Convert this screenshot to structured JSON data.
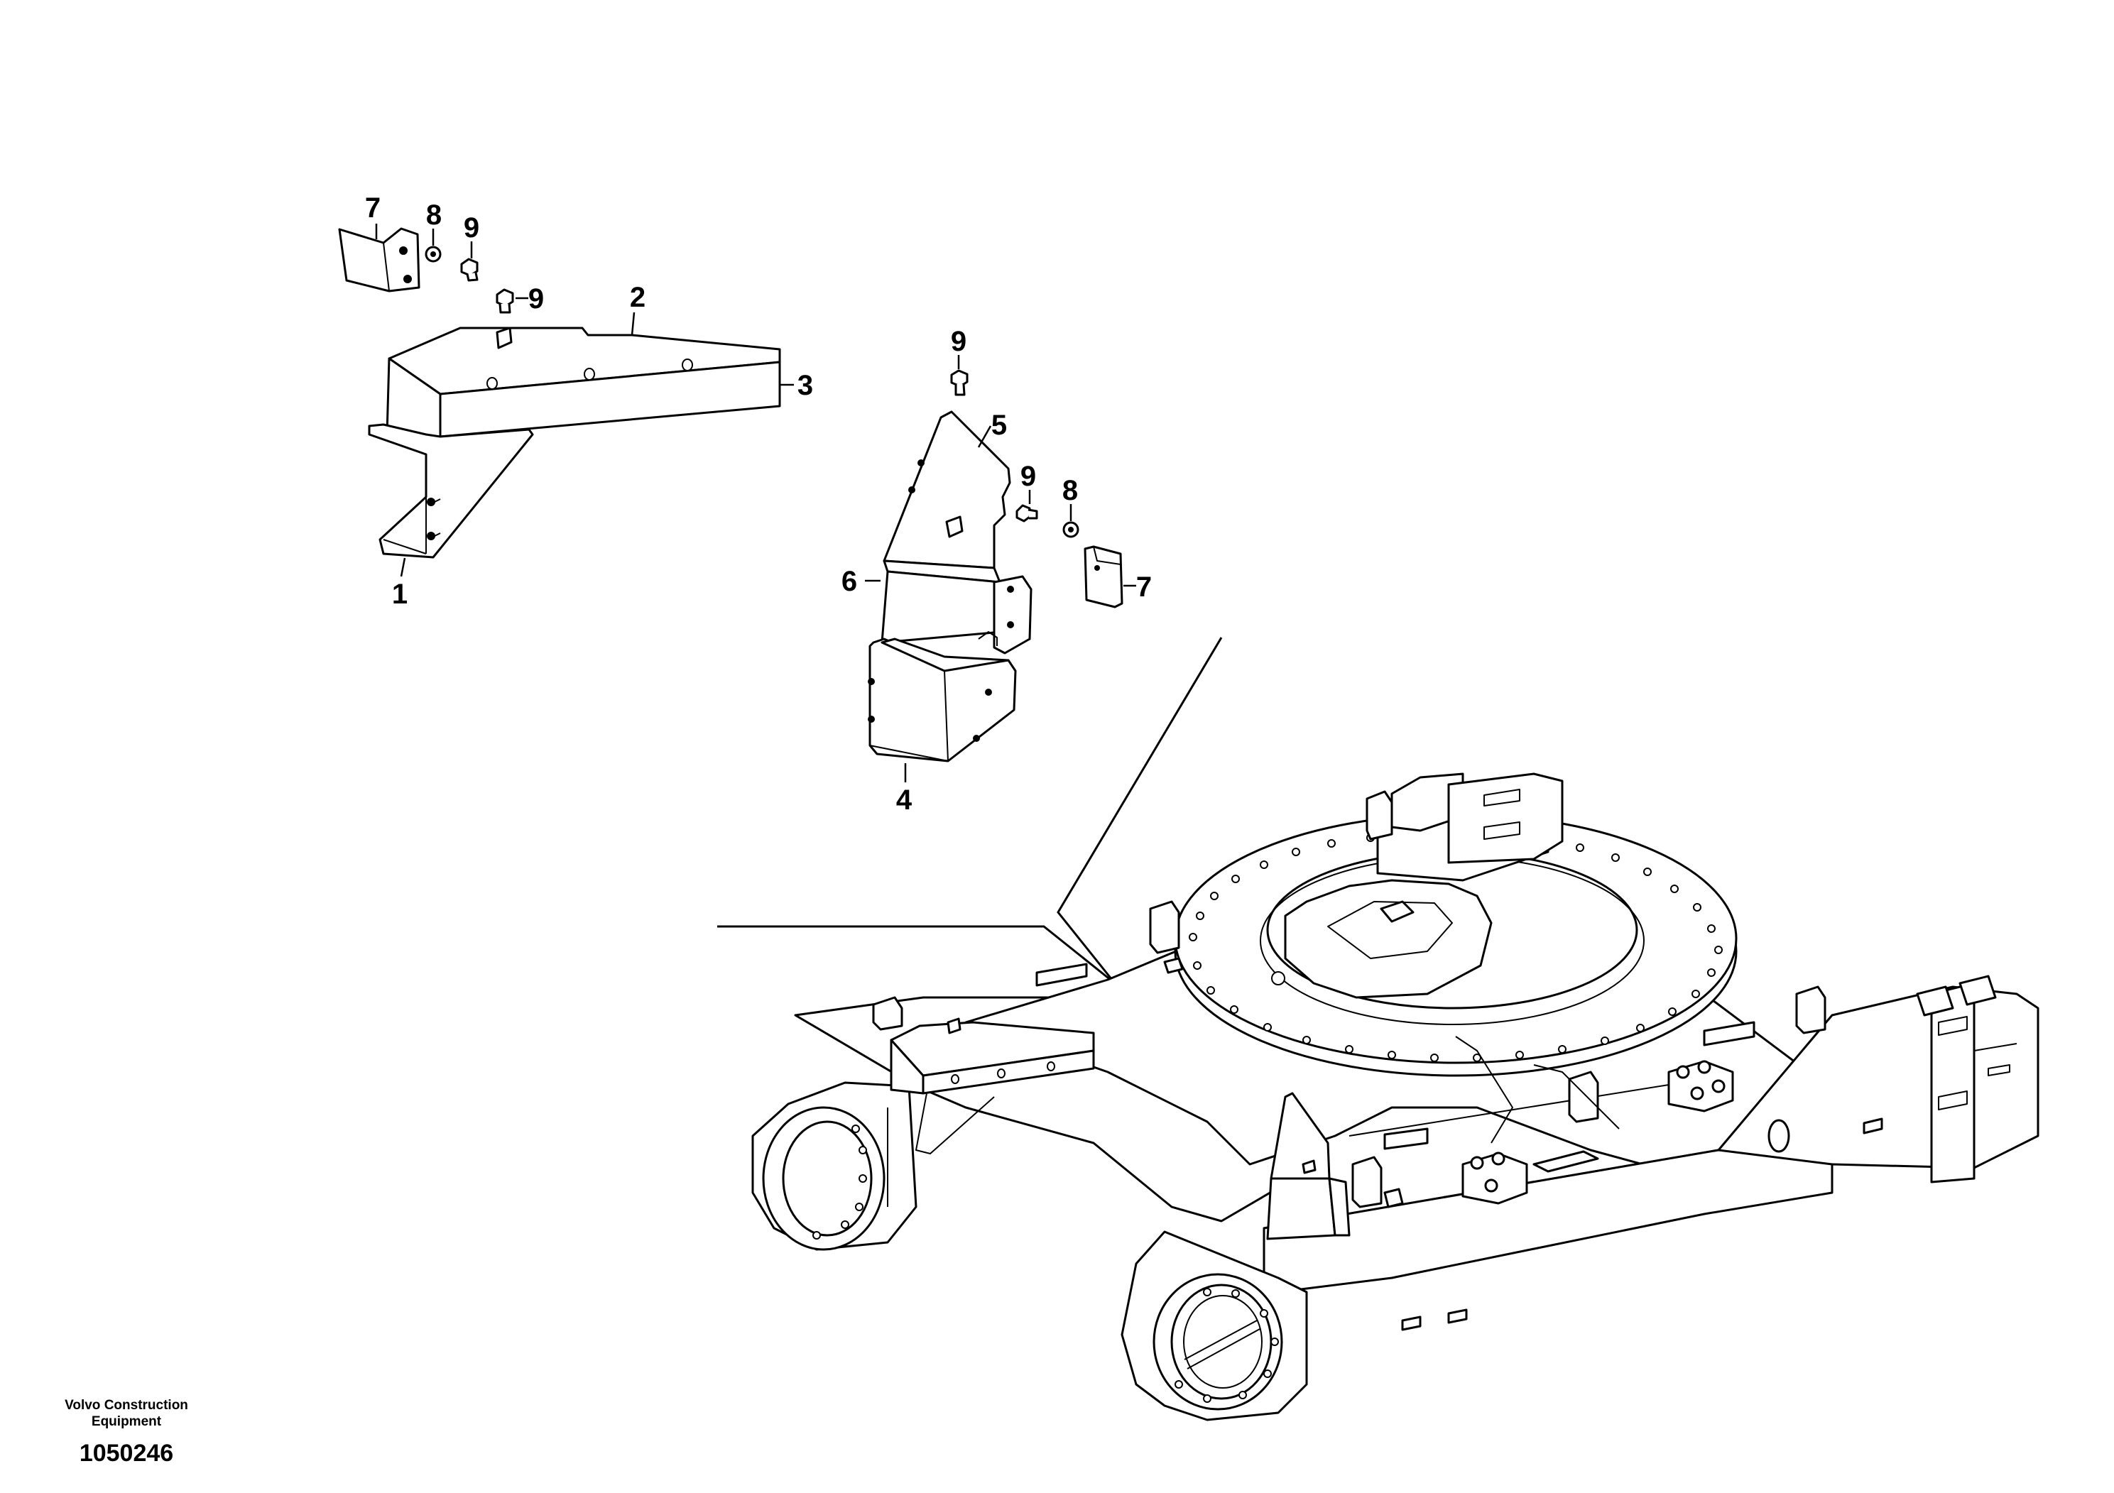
{
  "callouts": {
    "c1": "1",
    "c2": "2",
    "c3": "3",
    "c4": "4",
    "c5": "5",
    "c6": "6",
    "c7a": "7",
    "c7b": "7",
    "c8a": "8",
    "c8b": "8",
    "c9a": "9",
    "c9b": "9",
    "c9c": "9",
    "c9d": "9"
  },
  "caption": {
    "company_line1": "Volvo Construction",
    "company_line2": "Equipment",
    "drawing_number": "1050246"
  },
  "colors": {
    "line": "#000000",
    "background": "#ffffff"
  }
}
